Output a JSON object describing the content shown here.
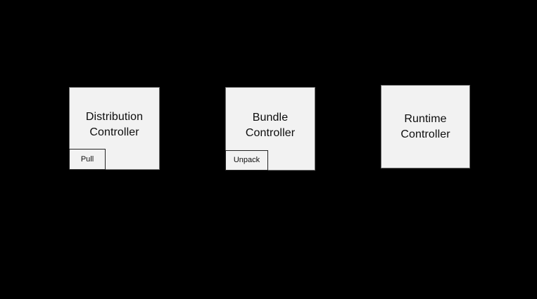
{
  "diagram": {
    "background_color": "#000000",
    "node_fill_color": "#f2f2f2",
    "node_border_color": "#6b6b6b",
    "port_border_color": "#242424",
    "text_color": "#0d0d0d",
    "nodes": [
      {
        "id": "distribution",
        "title": "Distribution\nController",
        "port": {
          "id": "pull",
          "label": "Pull"
        }
      },
      {
        "id": "bundle",
        "title": "Bundle\nController",
        "port": {
          "id": "unpack",
          "label": "Unpack"
        }
      },
      {
        "id": "runtime",
        "title": "Runtime\nController",
        "port": null
      }
    ]
  }
}
